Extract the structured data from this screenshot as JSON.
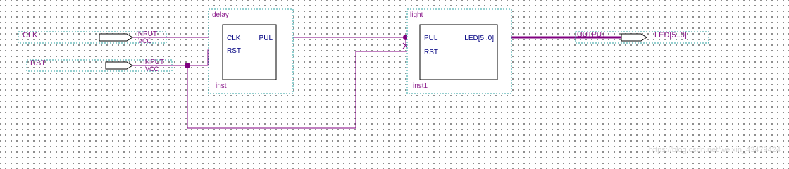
{
  "inputs": [
    {
      "name": "CLK",
      "type": "INPUT",
      "vcc": "VCC"
    },
    {
      "name": "RST",
      "type": "INPUT",
      "vcc": "VCC"
    }
  ],
  "outputs": [
    {
      "type": "OUTPUT",
      "name": "LED[5..0]"
    }
  ],
  "blocks": {
    "delay": {
      "title": "delay",
      "instance": "inst",
      "ports": {
        "clk": "CLK",
        "rst": "RST",
        "pul": "PUL"
      }
    },
    "light": {
      "title": "light",
      "instance": "inst1",
      "ports": {
        "pul": "PUL",
        "rst": "RST",
        "led": "LED[5..0]"
      }
    }
  },
  "watermark": "https://blog.csdn.net/weixin_43479424",
  "colors": {
    "wire": "#800080",
    "label": "#8b1a8b",
    "port_text": "#000080",
    "group_border": "#2aa0a0"
  }
}
